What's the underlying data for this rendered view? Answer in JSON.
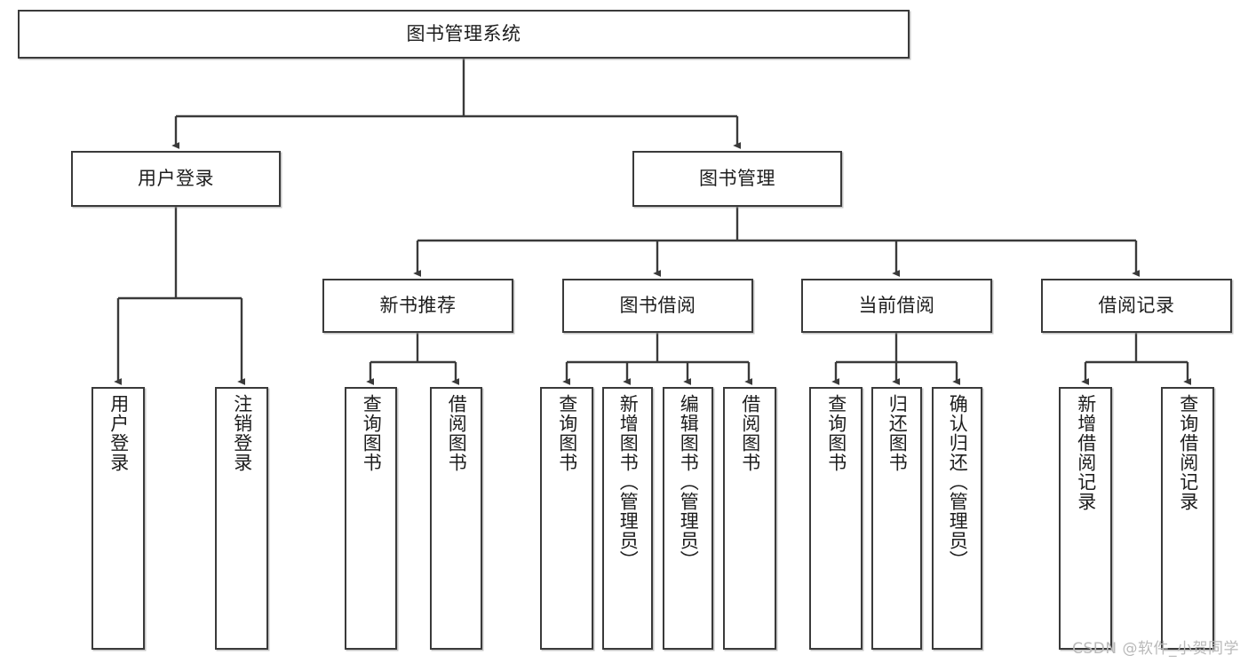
{
  "diagram": {
    "type": "tree",
    "title": "图书管理系统",
    "watermark": "CSDN @软件_小贺同学",
    "colors": {
      "stroke": "#3a3a3a",
      "background": "#ffffff",
      "text": "#1d1d1d",
      "watermark": "#b9b9b9"
    },
    "root": {
      "label": "图书管理系统"
    },
    "level1": [
      {
        "id": "user-login",
        "label": "用户登录"
      },
      {
        "id": "book-manage",
        "label": "图书管理"
      }
    ],
    "level2": [
      {
        "id": "new-book-recommend",
        "label": "新书推荐",
        "parent": "book-manage"
      },
      {
        "id": "book-borrow",
        "label": "图书借阅",
        "parent": "book-manage"
      },
      {
        "id": "current-borrow",
        "label": "当前借阅",
        "parent": "book-manage"
      },
      {
        "id": "borrow-record",
        "label": "借阅记录",
        "parent": "book-manage"
      }
    ],
    "leaves": [
      {
        "id": "leaf-user-login",
        "label": "用户登录",
        "parent": "user-login"
      },
      {
        "id": "leaf-logout-login",
        "label": "注销登录",
        "parent": "user-login"
      },
      {
        "id": "leaf-query-book-1",
        "label": "查询图书",
        "parent": "new-book-recommend"
      },
      {
        "id": "leaf-borrow-book-1",
        "label": "借阅图书",
        "parent": "new-book-recommend"
      },
      {
        "id": "leaf-query-book-2",
        "label": "查询图书",
        "parent": "book-borrow"
      },
      {
        "id": "leaf-add-book",
        "label": "新增图书（管理员）",
        "parent": "book-borrow"
      },
      {
        "id": "leaf-edit-book",
        "label": "编辑图书（管理员）",
        "parent": "book-borrow"
      },
      {
        "id": "leaf-borrow-book-2",
        "label": "借阅图书",
        "parent": "book-borrow"
      },
      {
        "id": "leaf-query-book-3",
        "label": "查询图书",
        "parent": "current-borrow"
      },
      {
        "id": "leaf-return-book",
        "label": "归还图书",
        "parent": "current-borrow"
      },
      {
        "id": "leaf-confirm-return",
        "label": "确认归还（管理员）",
        "parent": "current-borrow"
      },
      {
        "id": "leaf-add-record",
        "label": "新增借阅记录",
        "parent": "borrow-record"
      },
      {
        "id": "leaf-query-record",
        "label": "查询借阅记录",
        "parent": "borrow-record"
      }
    ]
  }
}
